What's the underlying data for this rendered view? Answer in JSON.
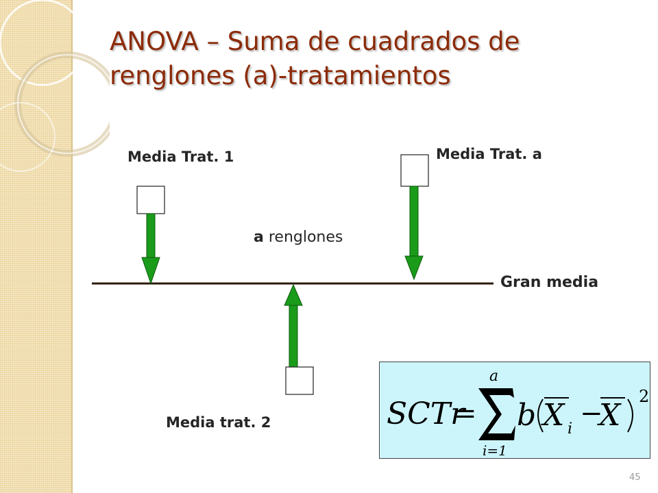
{
  "slide": {
    "title": "ANOVA – Suma de cuadrados de renglones (a)-tratamientos",
    "page_number": "45"
  },
  "diagram": {
    "labels": {
      "trat1": "Media Trat. 1",
      "trata": "Media Trat. a",
      "trat2": "Media trat. 2",
      "gran_media": "Gran media",
      "mid_bold": "a",
      "mid_rest": " renglones"
    },
    "formula": {
      "lhs": "SCTr",
      "equals": "=",
      "sum_upper": "a",
      "sum_lower": "i=1",
      "coef": "b",
      "var": "X",
      "sub": "i",
      "minus": "−",
      "var2": "X",
      "exponent": "2"
    }
  },
  "colors": {
    "title": "#8c2a07",
    "arrow": "#1a9b1a",
    "formula_bg": "#ccf5fb",
    "sidebar": "#f1deae"
  }
}
